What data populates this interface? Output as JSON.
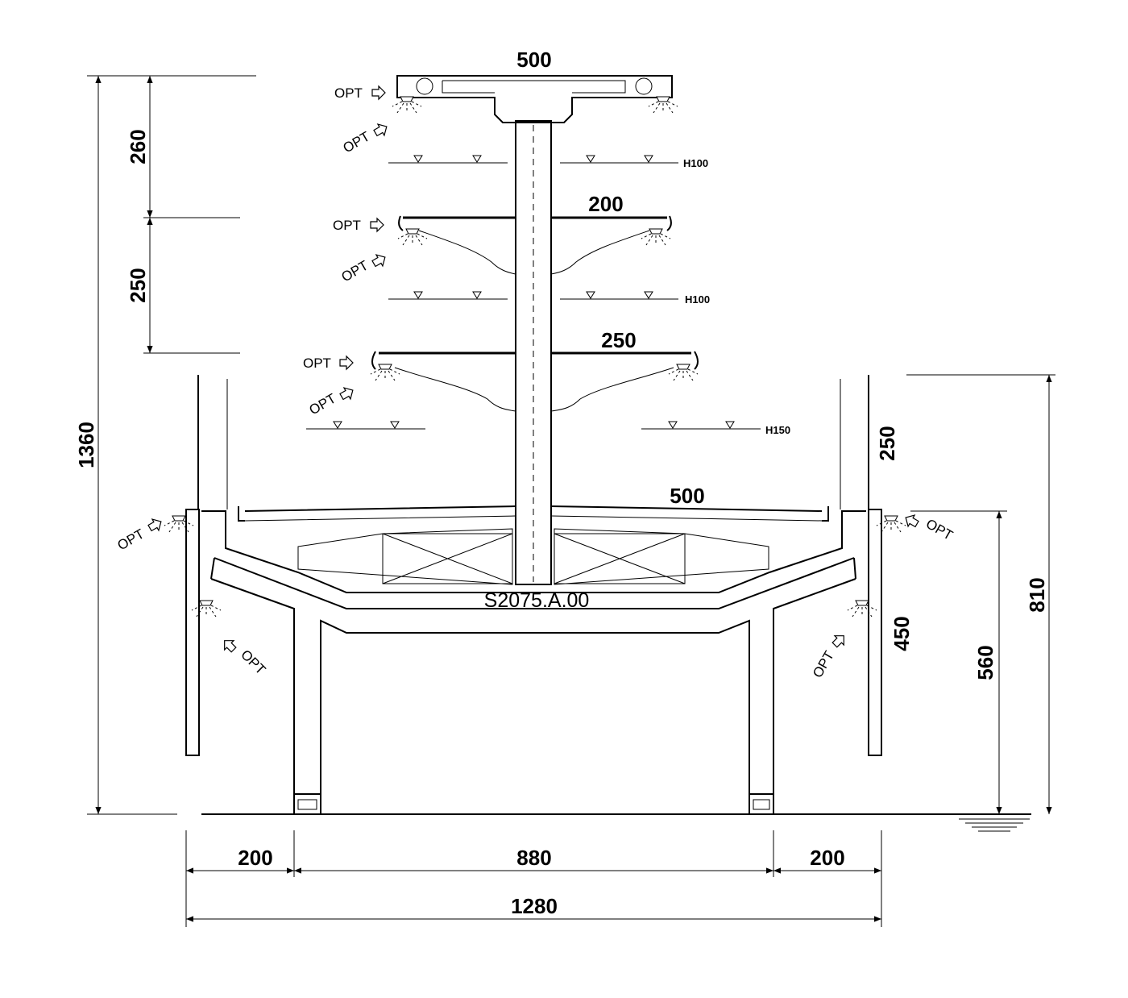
{
  "dimensions": {
    "top_shelf_width": "500",
    "shelf2_width": "200",
    "shelf3_width": "250",
    "basin_width": "500",
    "top_gap": "260",
    "second_gap": "250",
    "total_height": "1360",
    "right_wall_top": "250",
    "right_total": "810",
    "right_wall_lower": "450",
    "right_basin_height": "560",
    "bottom_left": "200",
    "bottom_center": "880",
    "bottom_right": "200",
    "bottom_total": "1280"
  },
  "levels": {
    "upper": "H100",
    "middle": "H100",
    "lower": "H150"
  },
  "labels": {
    "opt": "OPT",
    "model_code": "S2075.A.00"
  },
  "colors": {
    "line": "#000000",
    "background": "#ffffff"
  }
}
